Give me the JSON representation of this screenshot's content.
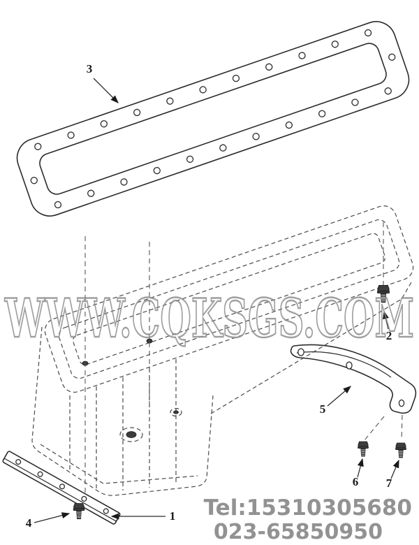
{
  "diagram": {
    "background": "#ffffff",
    "line_color": "#2b2b2b",
    "dashed_line_color": "#4a4a4a",
    "callouts": [
      {
        "label": "1"
      },
      {
        "label": "2"
      },
      {
        "label": "3"
      },
      {
        "label": "4"
      },
      {
        "label": "5"
      },
      {
        "label": "6"
      },
      {
        "label": "7"
      }
    ],
    "watermark": {
      "text": "WWW.CQKSGS.COM",
      "color": "#8f8f8f"
    },
    "contact": {
      "line1": "Tel:15310305680",
      "line2": "023-65850950",
      "color": "#8d8d8d"
    }
  }
}
